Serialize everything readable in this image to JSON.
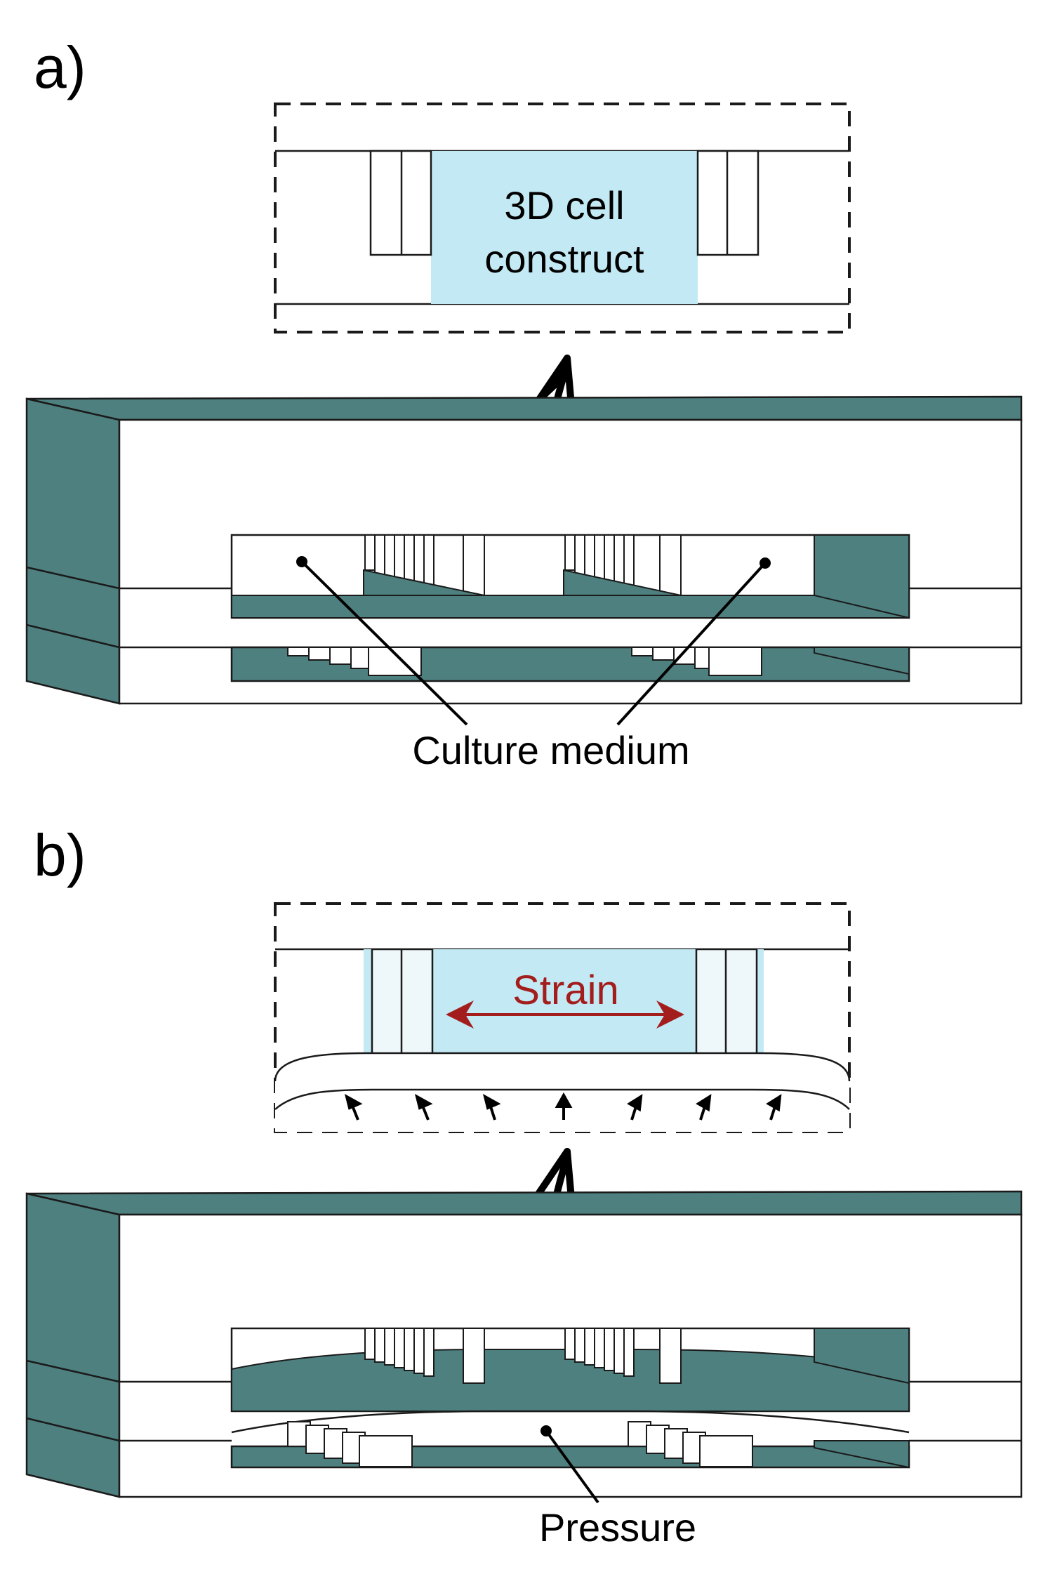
{
  "panel_a": {
    "label": "a)",
    "inset_text_line1": "3D cell",
    "inset_text_line2": "construct",
    "callout": "Culture medium"
  },
  "panel_b": {
    "label": "b)",
    "strain_label": "Strain",
    "callout": "Pressure"
  },
  "colors": {
    "teal": "#4f8080",
    "cell_construct": "#c3eaf4",
    "strain_arrow": "#a31d1d",
    "outline": "#1a1a1a"
  }
}
